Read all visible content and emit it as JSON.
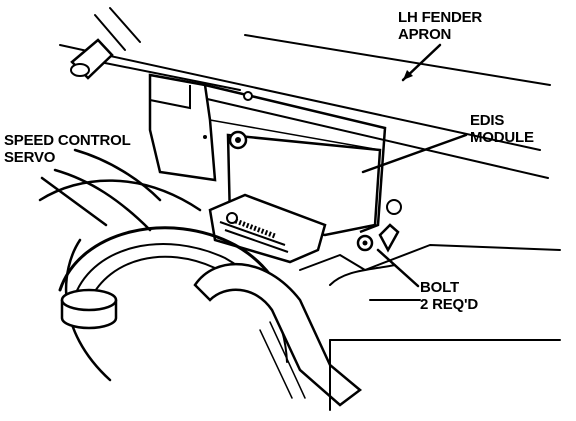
{
  "labels": {
    "fender_apron": [
      "LH FENDER",
      "APRON"
    ],
    "edis_module": [
      "EDIS",
      "MODULE"
    ],
    "speed_control_servo": [
      "SPEED CONTROL",
      "SERVO"
    ],
    "bolt": [
      "BOLT",
      "2 REQ'D"
    ]
  }
}
